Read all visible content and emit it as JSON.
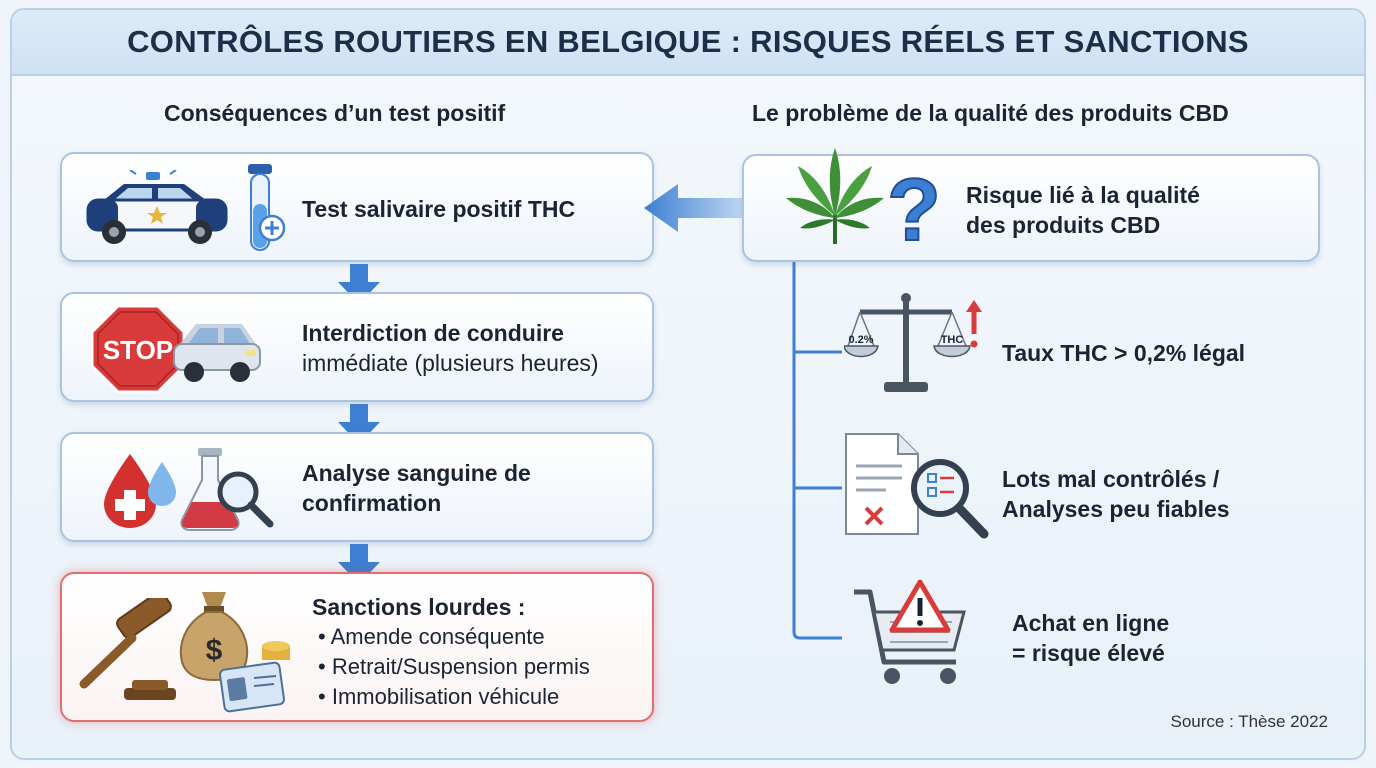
{
  "title": "CONTRÔLES ROUTIERS EN BELGIQUE : RISQUES RÉELS ET SANCTIONS",
  "left": {
    "heading": "Conséquences d’un test positif",
    "steps": [
      {
        "bold": "Test salivaire positif THC",
        "light": ""
      },
      {
        "bold": "Interdiction de conduire",
        "light": "immédiate (plusieurs heures)"
      },
      {
        "bold": "Analyse sanguine de",
        "bold2": "confirmation"
      },
      {
        "bold": "Sanctions lourdes :",
        "bullets": [
          "Amende conséquente",
          "Retrait/Suspension permis",
          "Immobilisation véhicule"
        ]
      }
    ],
    "stop_sign_text": "STOP"
  },
  "right": {
    "heading": "Le problème de la qualité des produits CBD",
    "main": {
      "line1": "Risque lié à la qualité",
      "line2": "des produits CBD"
    },
    "items": [
      {
        "line1": "Taux THC > 0,2% légal",
        "line2": "",
        "scale_left": "0.2%",
        "scale_right": "THC"
      },
      {
        "line1": "Lots mal contrôlés /",
        "line2": "Analyses peu fiables"
      },
      {
        "line1": "Achat en ligne",
        "line2": "= risque élevé"
      }
    ]
  },
  "source": "Source : Thèse 2022",
  "colors": {
    "accent_blue": "#3c7fd3",
    "card_border": "#a9c4e0",
    "alert_red": "#d93a3a",
    "title_text": "#1d2e48"
  },
  "icons": [
    "police-car-icon",
    "test-tube-icon",
    "stop-sign-icon",
    "car-icon",
    "blood-drop-icon",
    "flask-icon",
    "magnifier-icon",
    "gavel-icon",
    "money-bag-icon",
    "license-icon",
    "cannabis-leaf-icon",
    "question-mark-icon",
    "scale-icon",
    "warning-icon",
    "document-icon",
    "shopping-cart-icon"
  ]
}
